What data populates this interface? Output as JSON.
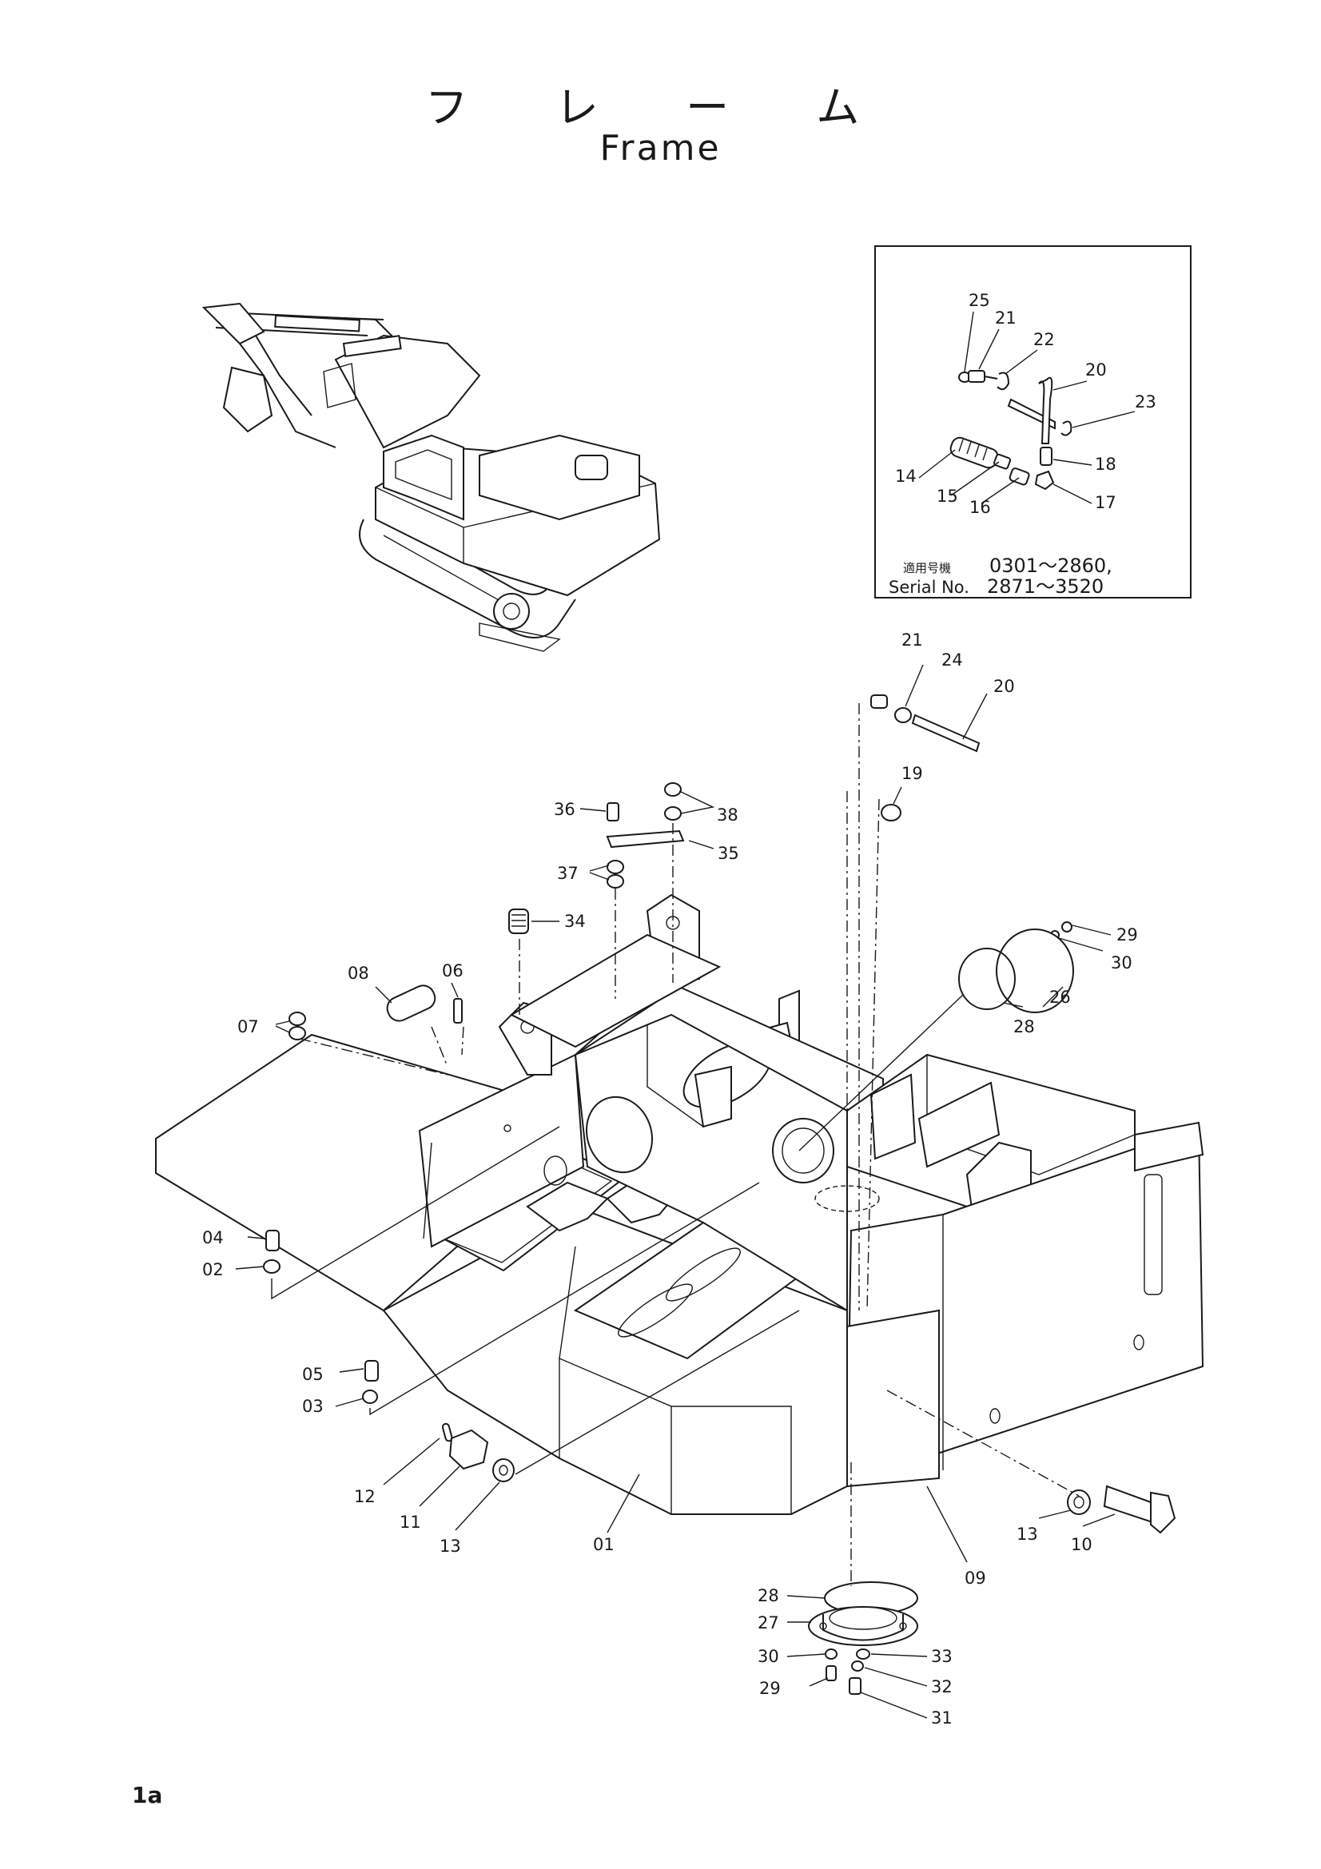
{
  "title": {
    "japanese": "フ レ ー ム",
    "english": "Frame"
  },
  "page_number": "1a",
  "inset": {
    "serial_label_jp": "適用号機",
    "serial_range_1": "0301～2860,",
    "serial_prefix": "Serial No.",
    "serial_range_2": "2871～3520",
    "callouts": [
      "25",
      "21",
      "22",
      "20",
      "23",
      "14",
      "15",
      "16",
      "18",
      "17"
    ]
  },
  "callouts": {
    "c21": "21",
    "c24": "24",
    "c20": "20",
    "c19": "19",
    "c36": "36",
    "c38": "38",
    "c35": "35",
    "c37": "37",
    "c34": "34",
    "c29": "29",
    "c30": "30",
    "c26": "26",
    "c28": "28",
    "c08": "08",
    "c06": "06",
    "c07": "07",
    "c04": "04",
    "c02": "02",
    "c05": "05",
    "c03": "03",
    "c12": "12",
    "c11": "11",
    "c13a": "13",
    "c01": "01",
    "c09": "09",
    "c13b": "13",
    "c10": "10",
    "c28b": "28",
    "c27": "27",
    "c30b": "30",
    "c29b": "29",
    "c33": "33",
    "c32": "32",
    "c31": "31"
  },
  "icons": {
    "excavator": "excavator-illustration-icon",
    "frame": "upper-frame-illustration-icon"
  }
}
